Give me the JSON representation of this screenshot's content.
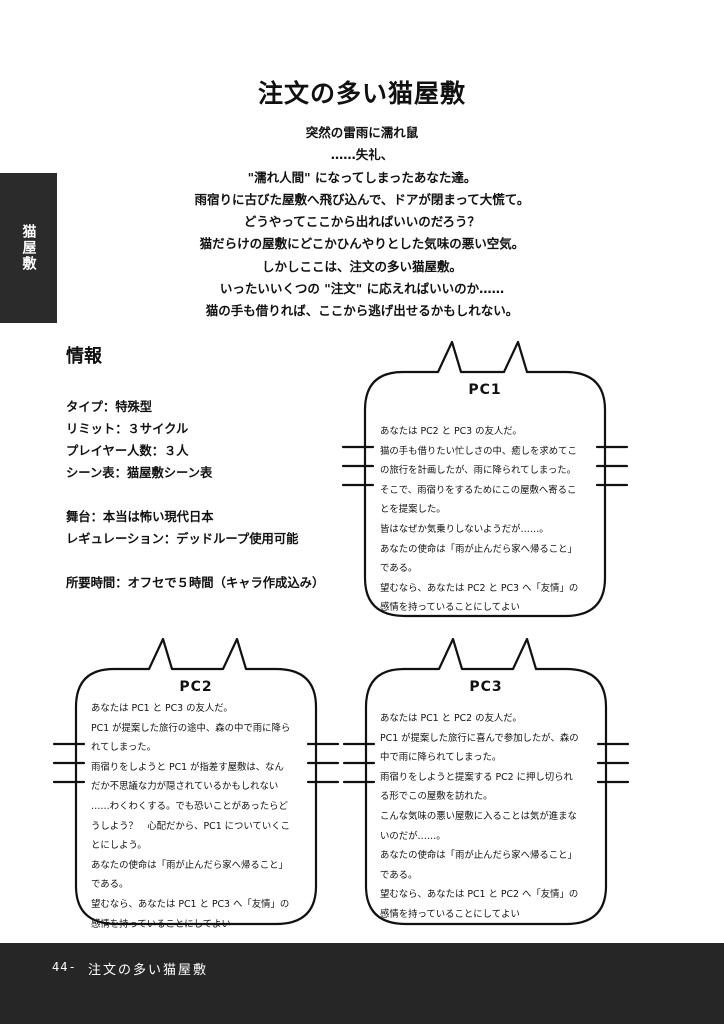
{
  "side_tab": "猫屋敷",
  "title": "注文の多い猫屋敷",
  "intro": [
    "突然の雷雨に濡れ鼠",
    "……失礼、",
    "\"濡れ人間\" になってしまったあなた達。",
    "雨宿りに古びた屋敷へ飛び込んで、ドアが閉まって大慌て。",
    "どうやってここから出ればいいのだろう？",
    "猫だらけの屋敷にどこかひんやりとした気味の悪い空気。",
    "しかしここは、注文の多い猫屋敷。",
    "いったいいくつの \"注文\" に応えればいいのか……",
    "猫の手も借りれば、ここから逃げ出せるかもしれない。"
  ],
  "info": {
    "heading": "情報",
    "type": "タイプ：特殊型",
    "limit": "リミット：３サイクル",
    "players": "プレイヤー人数：３人",
    "scene_table": "シーン表：猫屋敷シーン表",
    "stage": "舞台：本当は怖い現代日本",
    "regulation": "レギュレーション：デッドループ使用可能",
    "time": "所要時間：オフセで５時間（キャラ作成込み）"
  },
  "pc1": {
    "title": "PC1",
    "lines": [
      "あなたは PC2 と PC3 の友人だ。",
      "猫の手も借りたい忙しさの中、癒しを求めてこ",
      "の旅行を計画したが、雨に降られてしまった。",
      "そこで、雨宿りをするためにこの屋敷へ寄るこ",
      "とを提案した。",
      "皆はなぜか気乗りしないようだが……。",
      "あなたの使命は「雨が止んだら家へ帰ること」",
      "である。",
      "望むなら、あなたは PC2 と PC3 へ「友情」の",
      "感情を持っていることにしてよい"
    ]
  },
  "pc2": {
    "title": "PC2",
    "lines": [
      "あなたは PC1 と PC3 の友人だ。",
      "PC1 が提案した旅行の途中、森の中で雨に降ら",
      "れてしまった。",
      "雨宿りをしようと PC1 が指差す屋敷は、なん",
      "だか不思議な力が隠されているかもしれない",
      "……わくわくする。でも恐いことがあったらど",
      "うしよう？　心配だから、PC1 についていくこ",
      "とにしよう。",
      "あなたの使命は「雨が止んだら家へ帰ること」",
      "である。",
      "望むなら、あなたは PC1 と PC3 へ「友情」の",
      "感情を持っていることにしてよい"
    ]
  },
  "pc3": {
    "title": "PC3",
    "lines": [
      "あなたは PC1 と PC2 の友人だ。",
      "PC1 が提案した旅行に喜んで参加したが、森の",
      "中で雨に降られてしまった。",
      "雨宿りをしようと提案する PC2 に押し切られ",
      "る形でこの屋敷を訪れた。",
      "こんな気味の悪い屋敷に入ることは気が進まな",
      "いのだが……。",
      "あなたの使命は「雨が止んだら家へ帰ること」",
      "である。",
      "望むなら、あなたは PC1 と PC2 へ「友情」の",
      "感情を持っていることにしてよい"
    ]
  },
  "footer": {
    "page": "44-",
    "title": "注文の多い猫屋敷"
  }
}
